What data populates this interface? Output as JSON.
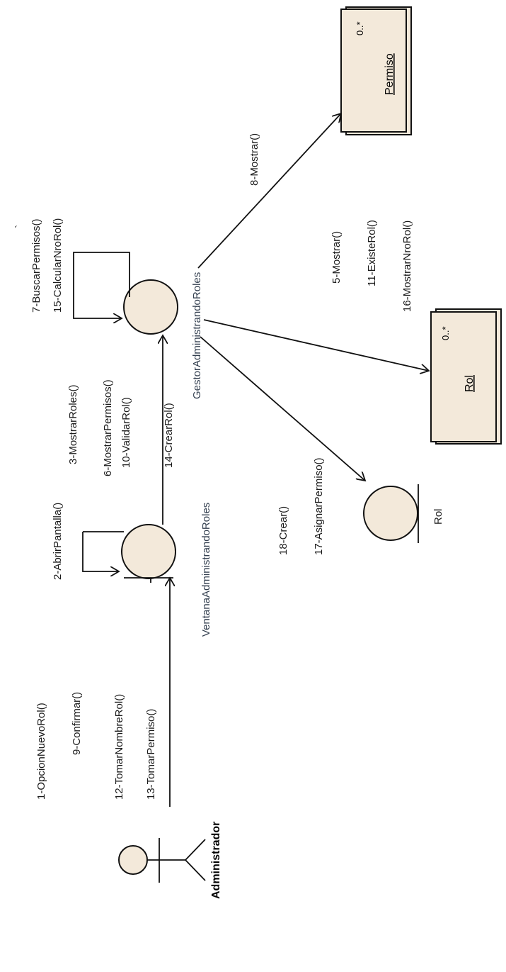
{
  "actor": {
    "name": "Administrador"
  },
  "ventana": {
    "name": "VentanaAdministrandoRoles",
    "self_message": "2-AbrirPantalla()",
    "incoming_messages": [
      "1-OpcionNuevoRol()",
      "9-Confirmar()",
      "12-TomarNombreRol()",
      "13-TomarPermiso()"
    ]
  },
  "gestor": {
    "name": "GestorAdministrandoRoles",
    "self_messages": [
      "7-BuscarPermisos()",
      "15-CalcularNroRol()"
    ],
    "incoming_messages": [
      "3-MostrarRoles()",
      "6-MostrarPermisos()",
      "10-ValidarRol()",
      "14-CrearRol()"
    ]
  },
  "permiso": {
    "name": "Permiso",
    "multiplicity": "0..*",
    "message": "8-Mostrar()"
  },
  "rol_collection": {
    "name": "Rol",
    "multiplicity": "0..*",
    "messages": [
      "5-Mostrar()",
      "11-ExisteRol()",
      "16-MostrarNroRol()"
    ]
  },
  "rol_entity": {
    "name": "Rol",
    "messages": [
      "18-Crear()",
      "17-AsignarPermiso()"
    ]
  },
  "stray_mark": "`",
  "colors": {
    "object_fill": "#f3e9da",
    "stroke": "#111111",
    "text": "#1a1a1a"
  }
}
